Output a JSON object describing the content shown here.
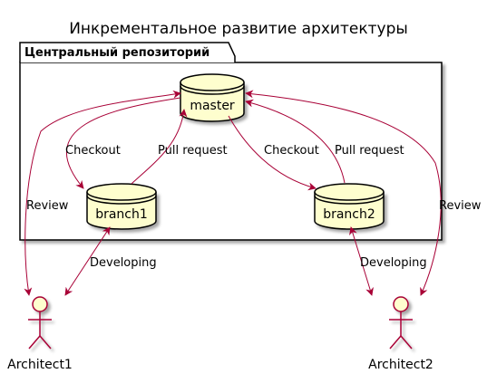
{
  "diagram": {
    "title": "Инкрементальное развитие архитектуры",
    "package": {
      "label": "Центральный репозиторий"
    },
    "databases": {
      "master": {
        "label": "master"
      },
      "branch1": {
        "label": "branch1"
      },
      "branch2": {
        "label": "branch2"
      }
    },
    "actors": {
      "architect1": {
        "label": "Architect1"
      },
      "architect2": {
        "label": "Architect2"
      }
    },
    "edges": {
      "checkout1": "Checkout",
      "pullrequest1": "Pull request",
      "checkout2": "Checkout",
      "pullrequest2": "Pull request",
      "review1": "Review",
      "review2": "Review",
      "developing1": "Developing",
      "developing2": "Developing"
    },
    "colors": {
      "node_fill": "#FEFECE",
      "stroke": "#A80036",
      "package_border": "#000000"
    }
  }
}
